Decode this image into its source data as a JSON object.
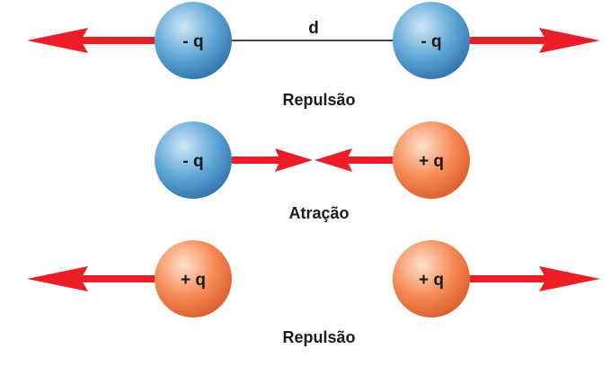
{
  "rows": [
    {
      "left_charge": "- q",
      "right_charge": "- q",
      "distance_label": "d",
      "caption": "Repulsão"
    },
    {
      "left_charge": "- q",
      "right_charge": "+ q",
      "caption": "Atração"
    },
    {
      "left_charge": "+ q",
      "right_charge": "+ q",
      "caption": "Repulsão"
    }
  ],
  "colors": {
    "negative_charge": "#4a95c8",
    "positive_charge": "#f07a42",
    "force_arrow": "#ee1c24",
    "distance_line": "#444444"
  }
}
